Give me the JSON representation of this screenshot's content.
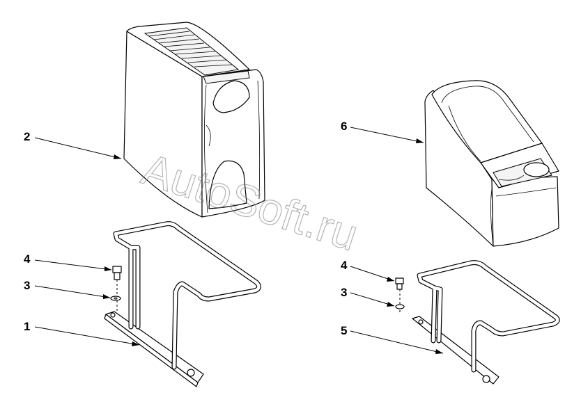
{
  "watermark": "AutoSoft.ru",
  "callouts": {
    "c1": "1",
    "c2": "2",
    "c3_left": "3",
    "c4_left": "4",
    "c3_right": "3",
    "c4_right": "4",
    "c5": "5",
    "c6": "6"
  }
}
